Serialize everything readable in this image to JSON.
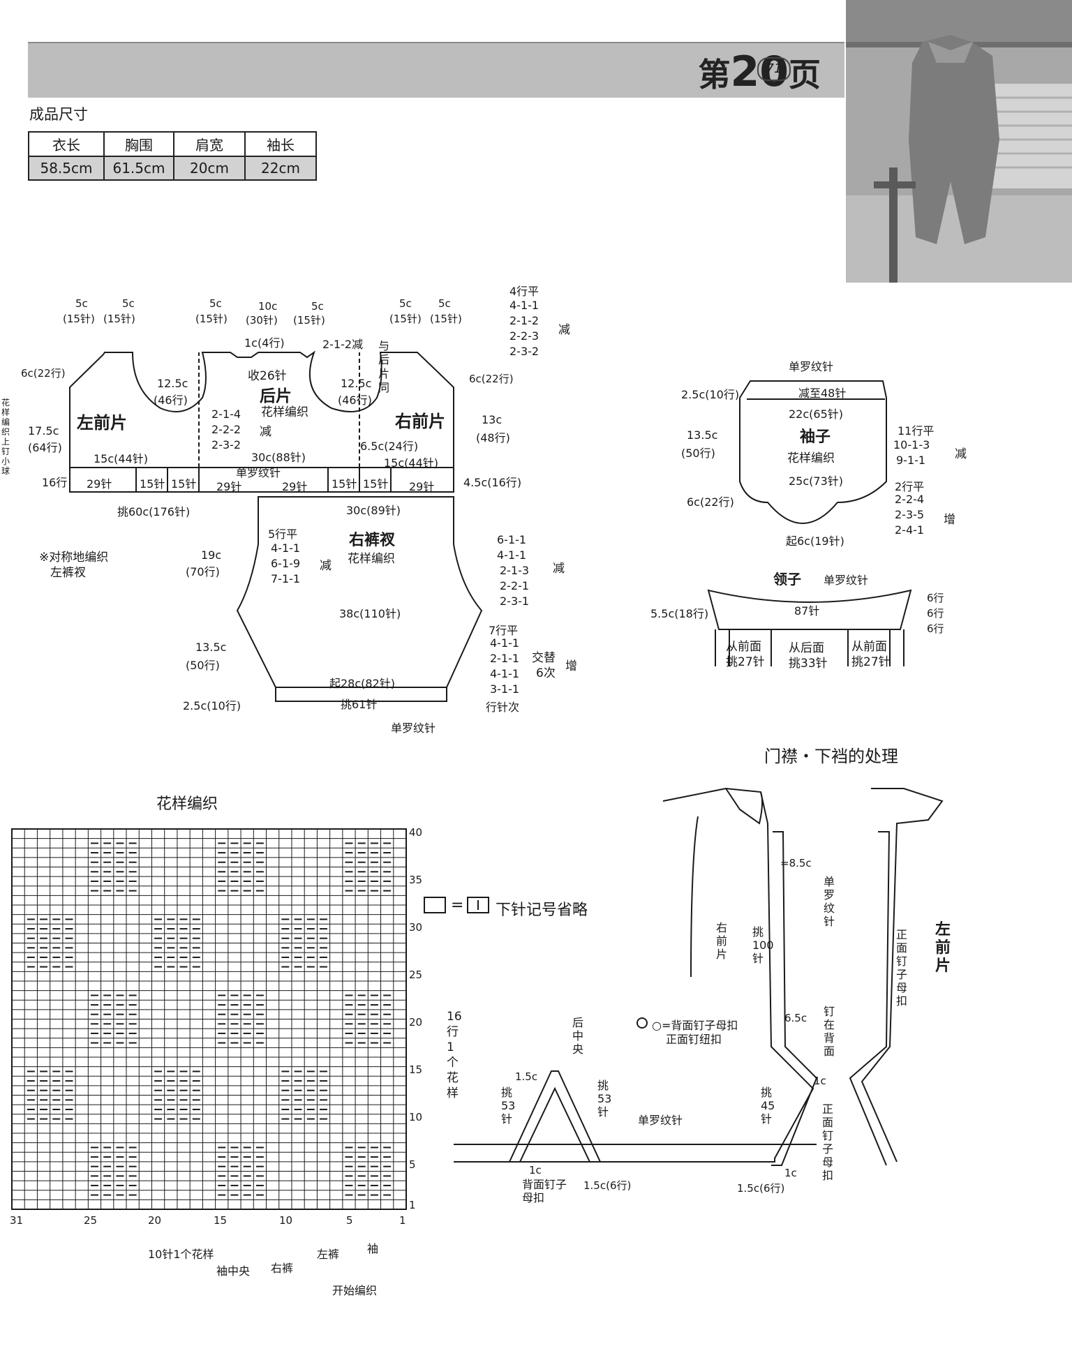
{
  "header": {
    "page_prefix": "第",
    "page_number": "20",
    "page_suffix": "页",
    "page_badge": "71"
  },
  "sizes": {
    "title": "成品尺寸",
    "headers": [
      "衣长",
      "胸围",
      "肩宽",
      "袖长"
    ],
    "values": [
      "58.5cm",
      "61.5cm",
      "20cm",
      "22cm"
    ]
  },
  "body_diagram": {
    "top_widths": [
      "5c",
      "(15针)",
      "5c",
      "(15针)",
      "5c",
      "10c",
      "5c",
      "(15针)",
      "(30针)",
      "(15针)",
      "5c",
      "5c",
      "(15针)",
      "(15针)"
    ],
    "neck_center": "1c(4行)",
    "neck_dec": "2-1-2减",
    "same_as_back": "与后片同",
    "back_neck_dec": "收26针",
    "back_title": "后片",
    "back_pattern": "花样编织",
    "left_front": "左前片",
    "right_front": "右前片",
    "armhole_left": "6c(22行)",
    "armhole_right": "6c(22行)",
    "armhole_depth_left": "12.5c",
    "armhole_rows_left": "(46行)",
    "armhole_depth_right": "12.5c",
    "armhole_rows_right": "(46行)",
    "armhole_dec": [
      "2-1-4",
      "2-2-2",
      "2-3-2"
    ],
    "dec_word": "减",
    "shoulder_dec": [
      "4行平",
      "4-1-1",
      "2-1-2",
      "2-2-3",
      "2-3-2"
    ],
    "body_height_left": "17.5c",
    "body_rows_left": "(64行)",
    "body_height_right": "13c",
    "body_rows_right": "(48行)",
    "front_placket": "6.5c(24行)",
    "front_width_left": "15c(44针)",
    "front_width_right": "15c(44针)",
    "back_width": "30c(88针)",
    "rib_label": "单罗纹针",
    "rib_rows_left": "16行",
    "rib_rows_right": "4.5c(16行)",
    "rib_segments": [
      "29针",
      "15针",
      "15针",
      "29针",
      "29针",
      "15针",
      "15针",
      "29针"
    ],
    "pickup": "挑60c(176针)",
    "side_note": "花样编织上钉小球",
    "symmetric_note": "※对称地编织",
    "symmetric_note2": "左裤衩"
  },
  "pants_diagram": {
    "title": "右裤衩",
    "pattern": "花样编织",
    "top_width": "30c(89针)",
    "inner_dec": [
      "5行平",
      "4-1-1",
      "6-1-9",
      "7-1-1"
    ],
    "outer_dec": [
      "6-1-1",
      "4-1-1",
      "2-1-3",
      "2-2-1",
      "2-3-1"
    ],
    "height_1": "19c",
    "height_1_rows": "(70行)",
    "mid_width": "38c(110针)",
    "height_2": "13.5c",
    "height_2_rows": "(50行)",
    "inc_rows": [
      "7行平",
      "4-1-1",
      "2-1-1",
      "4-1-1",
      "3-1-1",
      "行针次"
    ],
    "alternate": "交替",
    "times": "6次",
    "inc_word": "增",
    "cuff_start": "起28c(82针)",
    "cuff_pick": "挑61针",
    "cuff_height": "2.5c(10行)",
    "cuff_rib": "单罗纹针"
  },
  "sleeve_diagram": {
    "rib": "单罗纹针",
    "rib_height": "2.5c(10行)",
    "reduce_to": "减至48针",
    "top_width": "22c(65针)",
    "title": "袖子",
    "pattern": "花样编织",
    "height": "13.5c",
    "height_rows": "(50行)",
    "dec": [
      "11行平",
      "10-1-3",
      "9-1-1"
    ],
    "bottom_width": "25c(73针)",
    "cap_height": "6c(22行)",
    "cap_inc": [
      "2行平",
      "2-2-4",
      "2-3-5",
      "2-4-1"
    ],
    "cast_on": "起6c(19针)"
  },
  "collar_diagram": {
    "title": "领子",
    "rib": "单罗纹针",
    "height": "5.5c(18行)",
    "stitches": "87针",
    "rows": [
      "6行",
      "6行",
      "6行"
    ],
    "pick_front_left": "从前面",
    "pick_front_left_n": "挑27针",
    "pick_back": "从后面",
    "pick_back_n": "挑33针",
    "pick_front_right": "从前面",
    "pick_front_right_n": "挑27针"
  },
  "pattern_chart": {
    "title": "花样编织",
    "row_labels": [
      "40",
      "35",
      "30",
      "25",
      "20",
      "15",
      "10",
      "5",
      "1"
    ],
    "col_labels": [
      "31",
      "25",
      "20",
      "15",
      "10",
      "5",
      "1"
    ],
    "repeat_rows": "16行1个花样",
    "repeat_stitches": "10针1个花样",
    "sleeve_center": "袖中央",
    "right_pants": "右裤",
    "left_pants": "左裤",
    "sleeve": "袖",
    "start": "开始编织",
    "legend": "下针记号省略"
  },
  "placket_diagram": {
    "title": "门襟・下裆的处理",
    "spacing": "=8.5c",
    "rib": "单罗纹针",
    "right_front": "右前片",
    "pick_100": "挑100针",
    "dim_6_5": "6.5c",
    "sew_back": "钉在背面",
    "left_front": "左前片",
    "front_snap": "正面钉子母扣",
    "legend_circle": "○=背面钉子母扣",
    "legend_circle2": "正面钉纽扣",
    "back_center": "后中央",
    "pick_53_l": "挑53针",
    "pick_53_r": "挑53针",
    "rib2": "单罗纹针",
    "dim_1_5": "1.5c",
    "dim_1c_l": "1c",
    "back_snap": "背面钉子母扣",
    "dim_1_5_6": "1.5c(6行)",
    "pick_45": "挑45针",
    "dim_1c_r": "1c",
    "dim_1c_r2": "1c",
    "dim_1_5_6b": "1.5c(6行)",
    "front_snap2": "正面钉子母扣"
  },
  "colors": {
    "header_bar": "#bdbdbd",
    "ink": "#1a1a1a",
    "size_value_bg": "#d2d2d2"
  }
}
